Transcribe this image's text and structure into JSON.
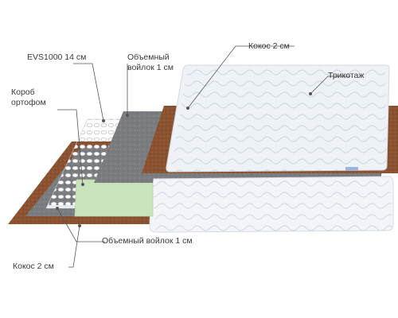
{
  "labels": {
    "evs": "EVS1000 14 см",
    "felt_top_1": "Объемный",
    "felt_top_2": "войлок 1 см",
    "coconut_top": "Кокос 2 см",
    "knit": "Трикотаж",
    "box_1": "Короб",
    "box_2": "ортофом",
    "felt_bottom": "Объемный войлок 1 см",
    "coconut_bottom": "Кокос 2 см"
  },
  "colors": {
    "coconut": "#8a5230",
    "felt": "#7d7f83",
    "foam_box": "#c9e3bd",
    "knit": "#eef1f6",
    "leader_line": "#555555"
  },
  "icons": {
    "pointer_dot": "filled-circle"
  }
}
